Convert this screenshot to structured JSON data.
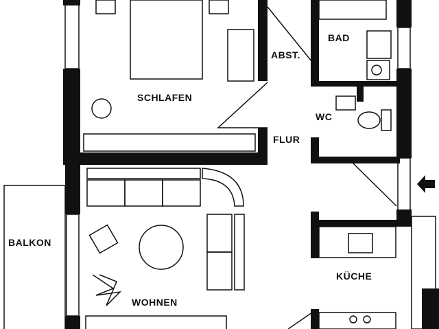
{
  "rooms": {
    "schlafen": "SCHLAFEN",
    "abstellraum": "ABST.",
    "bad": "BAD",
    "wc": "WC",
    "flur": "FLUR",
    "balkon": "BALKON",
    "wohnen": "WOHNEN",
    "kueche": "KÜCHE"
  },
  "entrance_icon": "arrow-left-icon"
}
